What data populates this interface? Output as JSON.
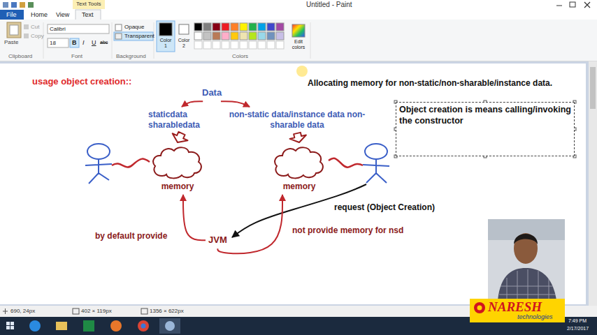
{
  "diagram": {
    "title": "usage object creation::",
    "nodes": [
      {
        "text": [
          "Data"
        ]
      },
      {
        "text": [
          "staticdata sharabledata"
        ]
      },
      {
        "text": [
          "non-static data/instance data non-sharable data"
        ]
      },
      {
        "text": [
          "memory"
        ]
      },
      {
        "text": [
          "memory"
        ]
      },
      {
        "text": [
          "JVM"
        ]
      },
      {
        "text": [
          "Object creation is means calling/invoking the constructor"
        ]
      }
    ],
    "edges": [
      {
        "from": 0,
        "to": 1,
        "arrow": "to"
      },
      {
        "from": 0,
        "to": 2,
        "arrow": "to"
      },
      {
        "from": 1,
        "to": 3,
        "arrow": "to"
      },
      {
        "from": 2,
        "to": 4,
        "arrow": "to"
      },
      {
        "from": 5,
        "to": 3,
        "label": "by default provide",
        "arrow": "to"
      },
      {
        "from": 5,
        "to": 4,
        "label": "not provide memory for nsd",
        "arrow": "to"
      }
    ],
    "labels": [
      "Untitled - Paint",
      "Text Tools",
      "File",
      "Home",
      "View",
      "Text",
      "Paste",
      "Cut",
      "Copy",
      "Clipboard",
      "Calibri",
      "18",
      "B",
      "I",
      "U",
      "abc",
      "Font",
      "Opaque",
      "Transparent",
      "Background",
      "Color 1",
      "Color 2",
      "Colors",
      "Edit colors",
      "690, 24px",
      "402 × 119px",
      "1356 × 622px",
      "7:49 PM",
      "2/17/2017",
      "NARESH",
      "technologies",
      "Allocating memory for non-static/non-sharable/instance data.",
      "request (Object Creation)"
    ]
  }
}
